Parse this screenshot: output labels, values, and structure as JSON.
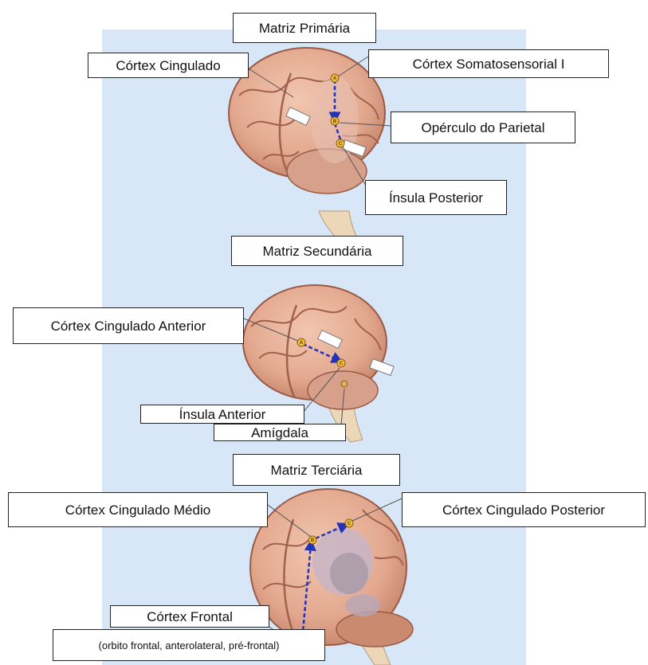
{
  "labels": {
    "primary_title": "Matriz Primária",
    "cingulate": "Córtex Cingulado",
    "somatosensory": "Córtex Somatosensorial I",
    "parietal_operculum": "Opérculo do Parietal",
    "posterior_insula": "Ínsula Posterior",
    "secondary_title": "Matriz Secundária",
    "anterior_cingulate": "Córtex Cingulado Anterior",
    "anterior_insula": "Ínsula Anterior",
    "amygdala": "Amígdala",
    "tertiary_title": "Matriz Terciária",
    "mid_cingulate": "Córtex Cingulado Médio",
    "posterior_cingulate": "Córtex Cingulado Posterior",
    "frontal_cortex": "Córtex Frontal",
    "frontal_detail": "(orbito frontal, anterolateral, pré-frontal)"
  },
  "markers": {
    "a": "A",
    "b": "B",
    "c": "C"
  },
  "colors": {
    "panel": "#d7e7f7",
    "brain": "#e3a98f",
    "brain_outline": "#9a5a46",
    "sulci": "#a3604c",
    "pathway": "#2233bb",
    "marker": "#f0c040"
  }
}
